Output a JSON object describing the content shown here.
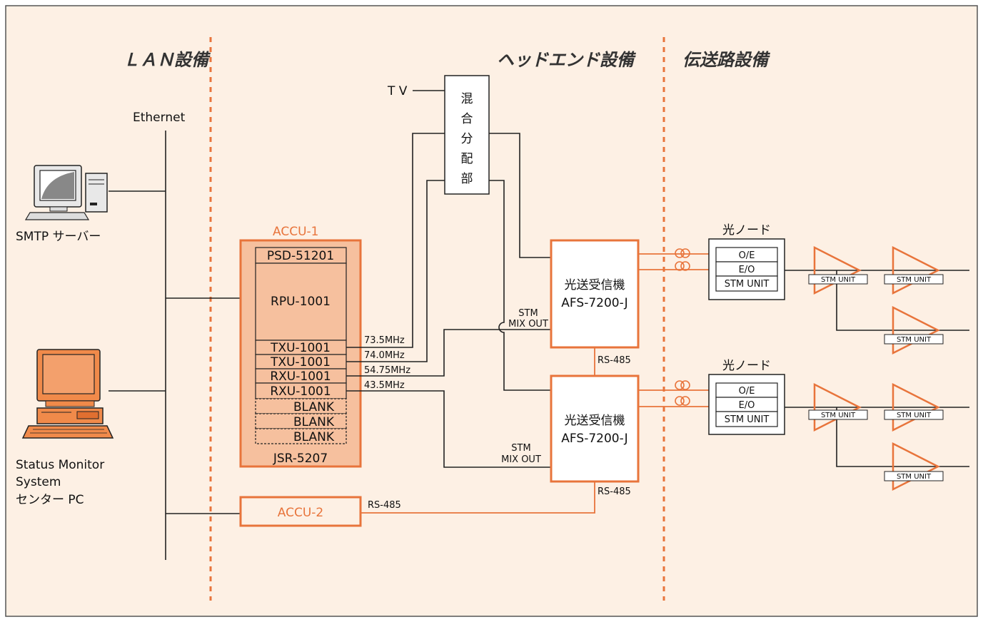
{
  "sections": {
    "lan": "ＬＡＮ設備",
    "headend": "ヘッドエンド設備",
    "transmission": "伝送路設備"
  },
  "ethernet_label": "Ethernet",
  "smtp_label": "SMTP サーバー",
  "center_pc_label": [
    "Status Monitor",
    "System",
    "センター PC"
  ],
  "tv_label": "T V",
  "combiner_label": [
    "混",
    "合",
    "分",
    "配",
    "部"
  ],
  "accu1": {
    "title": "ACCU-1",
    "chassis": "JSR-5207",
    "modules": [
      "PSD-51201",
      "RPU-1001",
      "TXU-1001",
      "TXU-1001",
      "RXU-1001",
      "RXU-1001",
      "BLANK",
      "BLANK",
      "BLANK"
    ]
  },
  "accu2_label": "ACCU-2",
  "frequencies": [
    "73.5MHz",
    "74.0MHz",
    "54.75MHz",
    "43.5MHz"
  ],
  "transceiver": [
    "光送受信機",
    "AFS-7200-J"
  ],
  "stm_mix_out": [
    "STM",
    "MIX OUT"
  ],
  "rs485": "RS-485",
  "optical_node": {
    "title": "光ノード",
    "rows": [
      "O/E",
      "E/O",
      "STM UNIT"
    ]
  },
  "amp_label": "STM UNIT",
  "colors": {
    "background": "#fdf0e4",
    "accent": "#e8743b",
    "accu_fill": "#f6c09e",
    "line": "#222222"
  }
}
